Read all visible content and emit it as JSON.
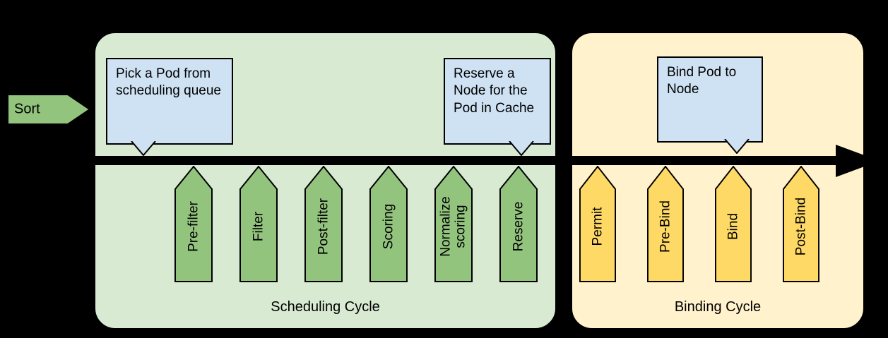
{
  "diagram": {
    "sort_label": "Sort",
    "callouts": {
      "pick_pod": "Pick a Pod from scheduling queue",
      "reserve_node": "Reserve a Node for the Pod in Cache",
      "bind_pod": "Bind Pod to Node"
    },
    "scheduling_cycle": {
      "label": "Scheduling Cycle",
      "steps": [
        "Pre-filter",
        "Filter",
        "Post-filter",
        "Scoring",
        "Normalize scoring",
        "Reserve"
      ]
    },
    "binding_cycle": {
      "label": "Binding Cycle",
      "steps": [
        "Permit",
        "Pre-Bind",
        "Bind",
        "Post-Bind"
      ]
    },
    "colors": {
      "background": "#000000",
      "scheduling_box_fill": "#d9ead3",
      "binding_box_fill": "#fff2cc",
      "scheduling_step_fill": "#93c47d",
      "binding_step_fill": "#ffd966",
      "callout_fill": "#cfe2f3",
      "outline": "#000000"
    }
  }
}
